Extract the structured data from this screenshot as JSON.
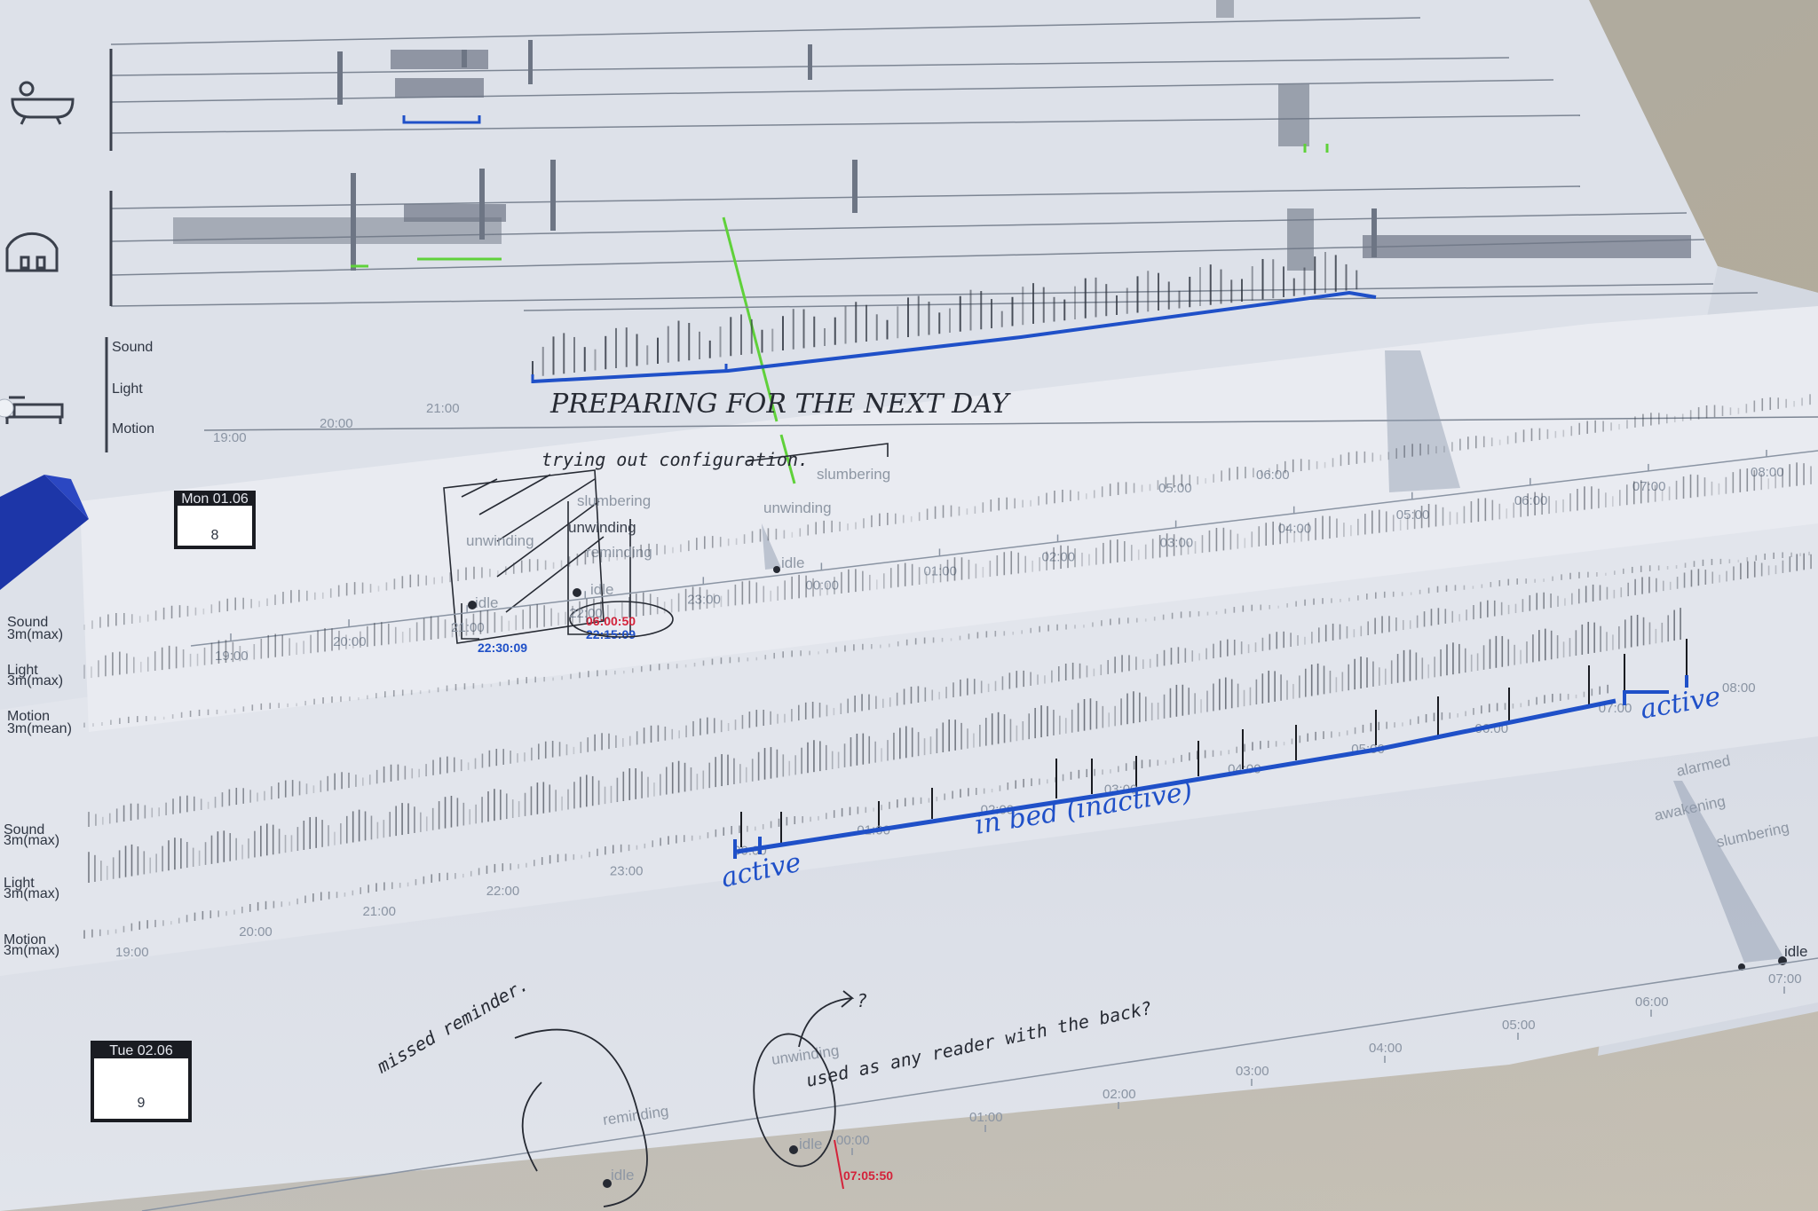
{
  "colors": {
    "paper": "#e6e8ef",
    "paper_shadow": "#cfd3dc",
    "table": "#b7b2a6",
    "ink_blue": "#1f50c8",
    "highlighter_green": "#5fd13a",
    "alarm_red": "#d4223a",
    "print_dark": "#3a404c",
    "print_grey": "#8e97a4"
  },
  "day_8": {
    "badge_label": "Mon 01.06",
    "badge_number": "8",
    "states": [
      "slumbering",
      "unwinding",
      "reminding",
      "idle"
    ],
    "times_handwritten": [
      "22:30:09",
      "22:15:09"
    ],
    "time_alarm": "06:00:50",
    "timeline_ticks": [
      "19:00",
      "20:00",
      "21:00",
      "22:00",
      "23:00",
      "00:00",
      "01:00",
      "02:00",
      "03:00",
      "04:00",
      "05:00",
      "06:00",
      "07:00",
      "08:00"
    ],
    "top_states": [
      "slumbering",
      "unwinding",
      "idle"
    ]
  },
  "day_9": {
    "badge_label": "Tue 02.06",
    "badge_number": "9",
    "states_right": [
      "alarmed",
      "awakening",
      "slumbering",
      "idle"
    ],
    "states_left": [
      "reminding",
      "idle",
      "unwinding"
    ],
    "time_alarm": "07:05:50",
    "timeline_ticks": [
      "00:00",
      "01:00",
      "02:00",
      "03:00",
      "04:00",
      "05:00",
      "06:00",
      "07:00"
    ]
  },
  "sensor_rows": [
    {
      "name": "Sound",
      "agg": "3m(max)"
    },
    {
      "name": "Light",
      "agg": "3m(max)"
    },
    {
      "name": "Motion",
      "agg": "3m(mean)"
    }
  ],
  "sensor_rows_bottom": [
    {
      "name": "Sound",
      "agg": "3m(max)"
    },
    {
      "name": "Light",
      "agg": "3m(max)"
    },
    {
      "name": "Motion",
      "agg": "3m(max)"
    }
  ],
  "sensor_axis_ticks": [
    "19:00",
    "20:00",
    "21:00",
    "22:00",
    "23:00",
    "00:00",
    "01:00",
    "02:00",
    "03:00",
    "04:00",
    "05:00",
    "06:00",
    "07:00",
    "08:00"
  ],
  "annotations": {
    "preparing": "PREPARING FOR THE NEXT DAY",
    "trying_out": "trying out configuration.",
    "in_bed": "in bed (inactive)",
    "active_left": "active",
    "active_right": "active",
    "missed": "missed reminder.",
    "question": "?",
    "question_note": "used as any reader with the back?"
  },
  "icons": [
    "bathtub-icon",
    "hood-icon",
    "bed-icon",
    "highlighter-marker"
  ]
}
